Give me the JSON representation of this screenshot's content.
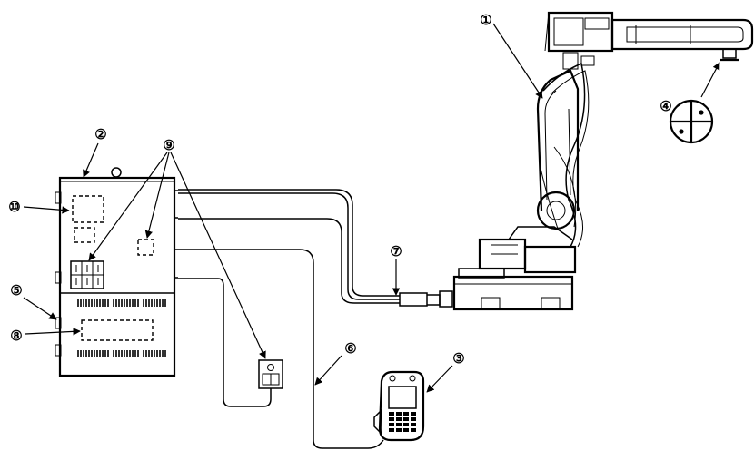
{
  "callouts": {
    "c1": "①",
    "c2": "②",
    "c3": "③",
    "c4": "④",
    "c5": "⑤",
    "c6": "⑥",
    "c7": "⑦",
    "c8": "⑧",
    "c9": "⑨",
    "c10": "⑩"
  },
  "colors": {
    "line": "#000000",
    "background": "#ffffff"
  }
}
